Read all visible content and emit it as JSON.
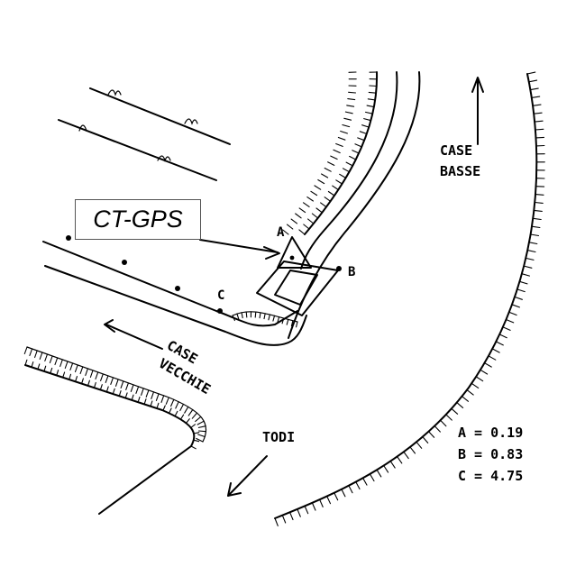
{
  "station_label": "CT-GPS",
  "points": [
    {
      "label": "A"
    },
    {
      "label": "B"
    },
    {
      "label": "C"
    }
  ],
  "places": {
    "case_basse_line1": "CASE",
    "case_basse_line2": "BASSE",
    "case_vecchie_line1": "CASE",
    "case_vecchie_line2": "VECCHIE",
    "todi": "TODI"
  },
  "legend": [
    {
      "key": "A",
      "sep": " = ",
      "value": "0.19"
    },
    {
      "key": "B",
      "sep": " = ",
      "value": "0.83"
    },
    {
      "key": "C",
      "sep": " = ",
      "value": "4.75"
    }
  ]
}
